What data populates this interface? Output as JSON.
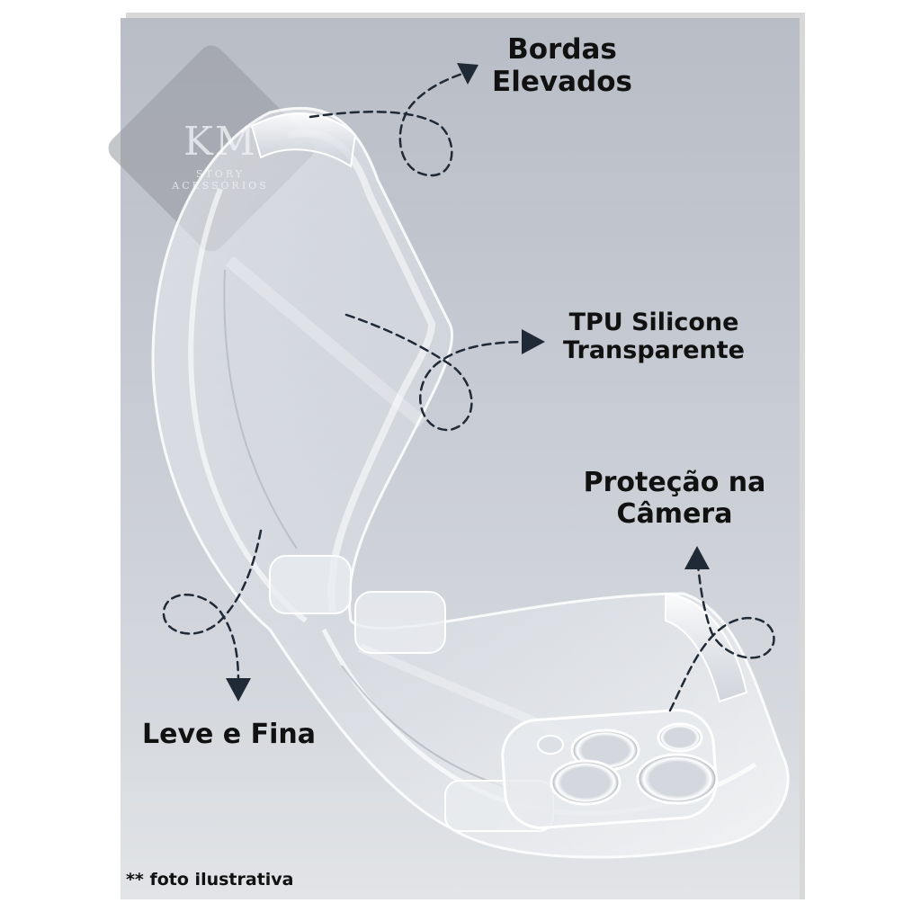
{
  "callouts": {
    "bordas": [
      "Bordas",
      "Elevados"
    ],
    "tpu": [
      "TPU Silicone",
      "Transparente"
    ],
    "camera": [
      "Proteção na",
      "Câmera"
    ],
    "leve": "Leve e Fina"
  },
  "footnote": "** foto ilustrativa",
  "watermark": {
    "main": "KM",
    "sub": "STORY ACESSÓRIOS"
  },
  "colors": {
    "background_top": "#b8bdc6",
    "background_bottom": "#e2e4e7",
    "text": "#111111",
    "arrow": "#1f2a36"
  }
}
